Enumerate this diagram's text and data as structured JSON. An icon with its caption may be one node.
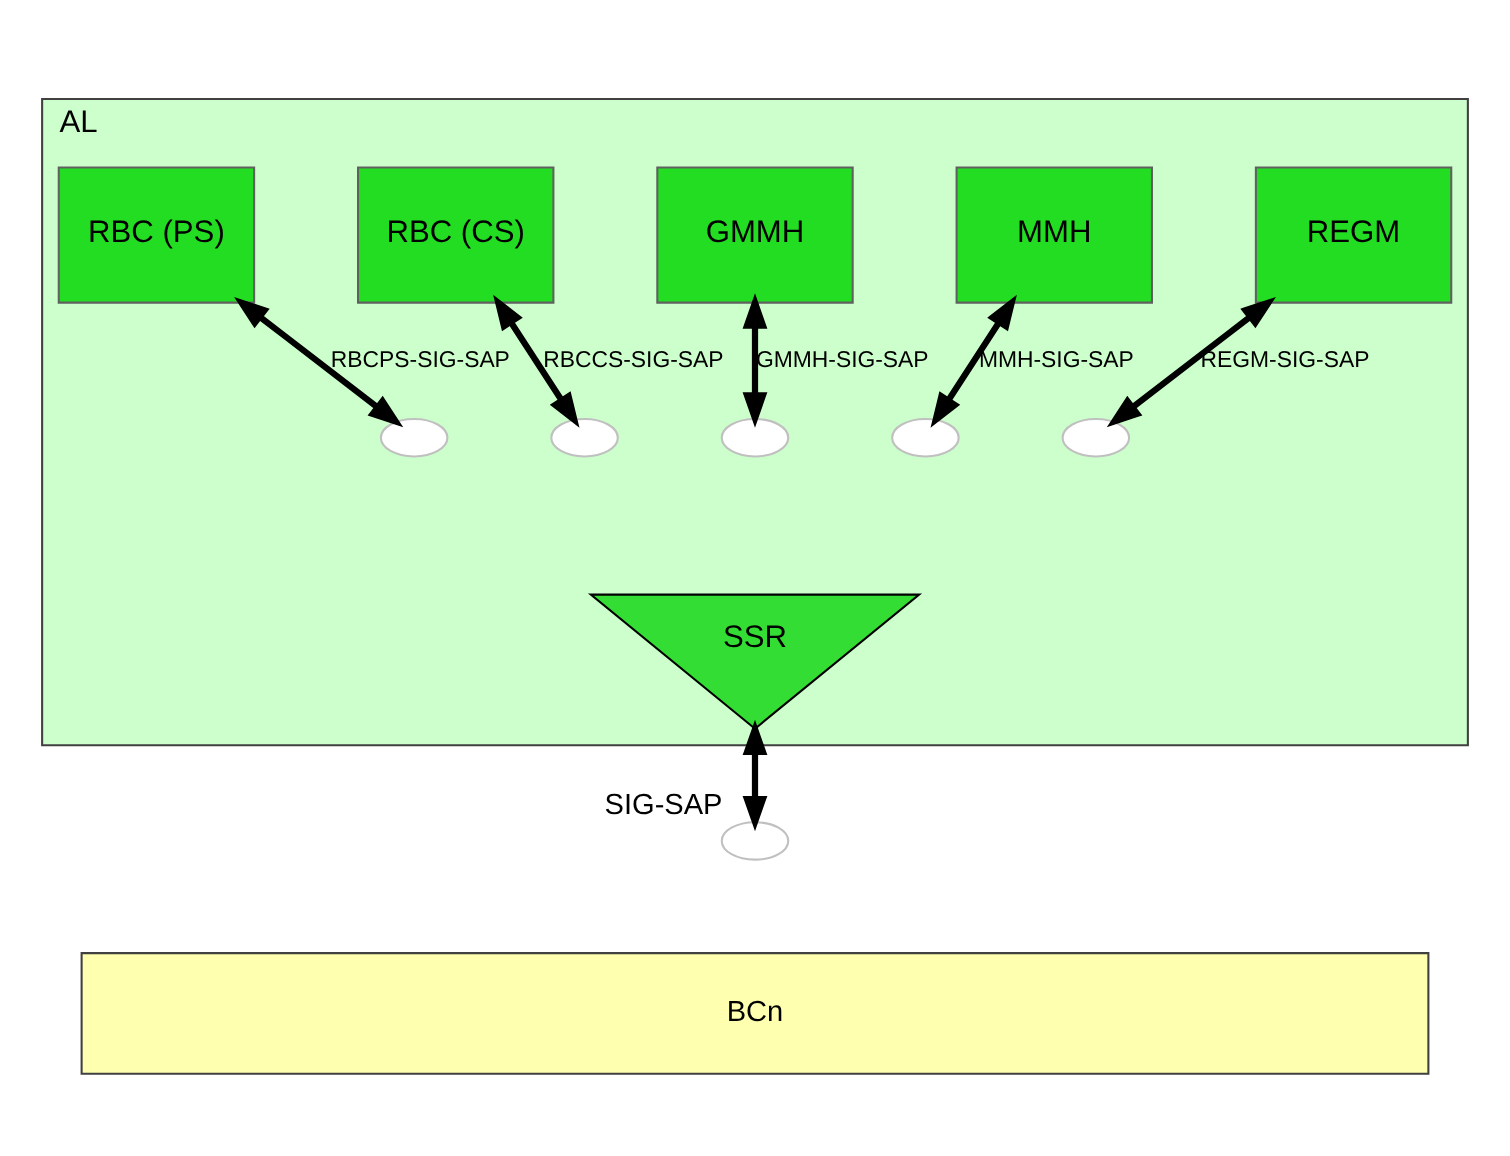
{
  "diagram": {
    "nodes": [
      {
        "text": [
          "AL"
        ]
      },
      {
        "text": [
          "RBC (PS)"
        ],
        "in": 0
      },
      {
        "text": [
          "RBC (CS)"
        ],
        "in": 0
      },
      {
        "text": [
          "GMMH"
        ],
        "in": 0
      },
      {
        "text": [
          "MMH"
        ],
        "in": 0
      },
      {
        "text": [
          "REGM"
        ],
        "in": 0
      },
      {
        "text": [],
        "shape": "ellipse",
        "in": 0
      },
      {
        "text": [],
        "shape": "ellipse",
        "in": 0
      },
      {
        "text": [],
        "shape": "ellipse",
        "in": 0
      },
      {
        "text": [],
        "shape": "ellipse",
        "in": 0
      },
      {
        "text": [],
        "shape": "ellipse",
        "in": 0
      },
      {
        "text": [
          "SSR"
        ],
        "in": 0
      },
      {
        "text": [],
        "shape": "ellipse",
        "beside": [
          "SIG-SAP"
        ]
      },
      {
        "text": [
          "BCn"
        ]
      }
    ],
    "edges": [
      {
        "from": 1,
        "to": 6,
        "arrow": "both",
        "label": "RBCPS-SIG-SAP"
      },
      {
        "from": 2,
        "to": 7,
        "arrow": "both",
        "label": "RBCCS-SIG-SAP"
      },
      {
        "from": 3,
        "to": 8,
        "arrow": "both",
        "label": "GMMH-SIG-SAP"
      },
      {
        "from": 4,
        "to": 9,
        "arrow": "both",
        "label": "MMH-SIG-SAP"
      },
      {
        "from": 5,
        "to": 10,
        "arrow": "both",
        "label": "REGM-SIG-SAP"
      },
      {
        "from": 11,
        "to": 12,
        "arrow": "both"
      }
    ]
  }
}
